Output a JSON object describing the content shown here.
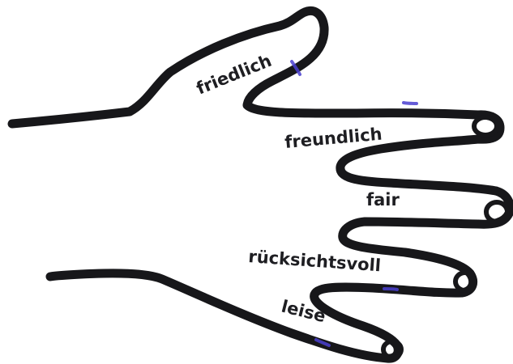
{
  "words": {
    "thumb": "friedlich",
    "index": "freundlich",
    "middle": "fair",
    "ring": "rücksichtsvoll",
    "little": "leise"
  },
  "colors": {
    "outline": "#17171a",
    "accent_marks": "#4a3fd0",
    "background": "#ffffff"
  }
}
